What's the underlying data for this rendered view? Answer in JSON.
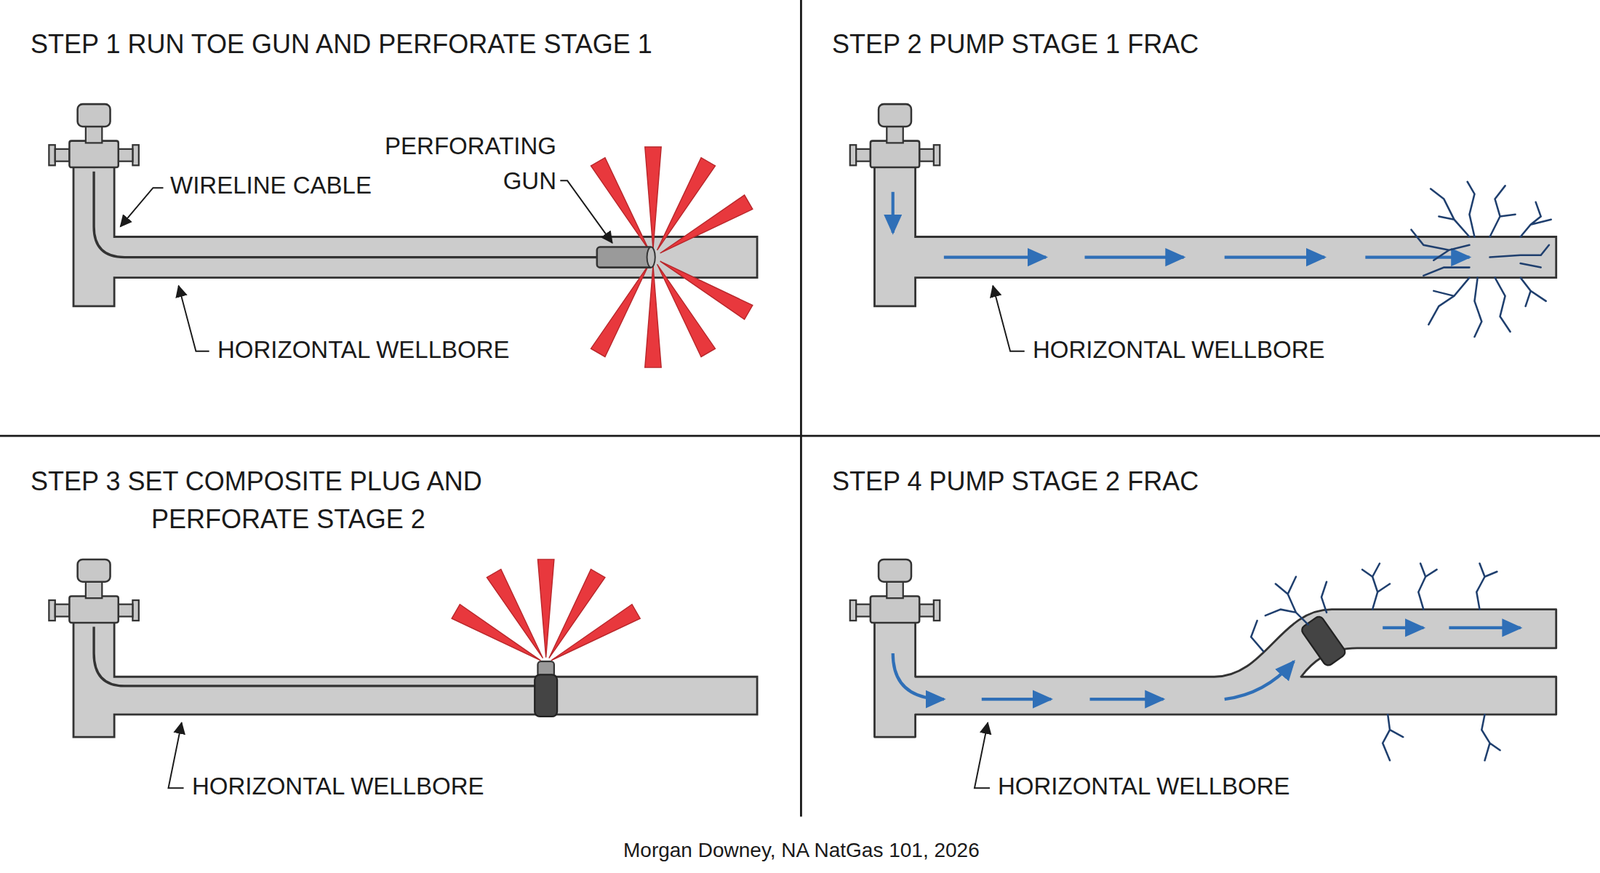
{
  "diagram": {
    "caption": "Morgan Downey, NA NatGas 101, 2026",
    "labels": [
      "STEP 1 RUN TOE GUN AND PERFORATE STAGE 1",
      "PERFORATING GUN",
      "WIRELINE CABLE",
      "HORIZONTAL WELLBORE",
      "STEP 2 PUMP STAGE 1 FRAC",
      "HORIZONTAL WELLBORE",
      "STEP 3 SET COMPOSITE PLUG AND PERFORATE STAGE 2",
      "HORIZONTAL WELLBORE",
      "STEP 4 PUMP STAGE 2 FRAC",
      "HORIZONTAL WELLBORE"
    ]
  }
}
